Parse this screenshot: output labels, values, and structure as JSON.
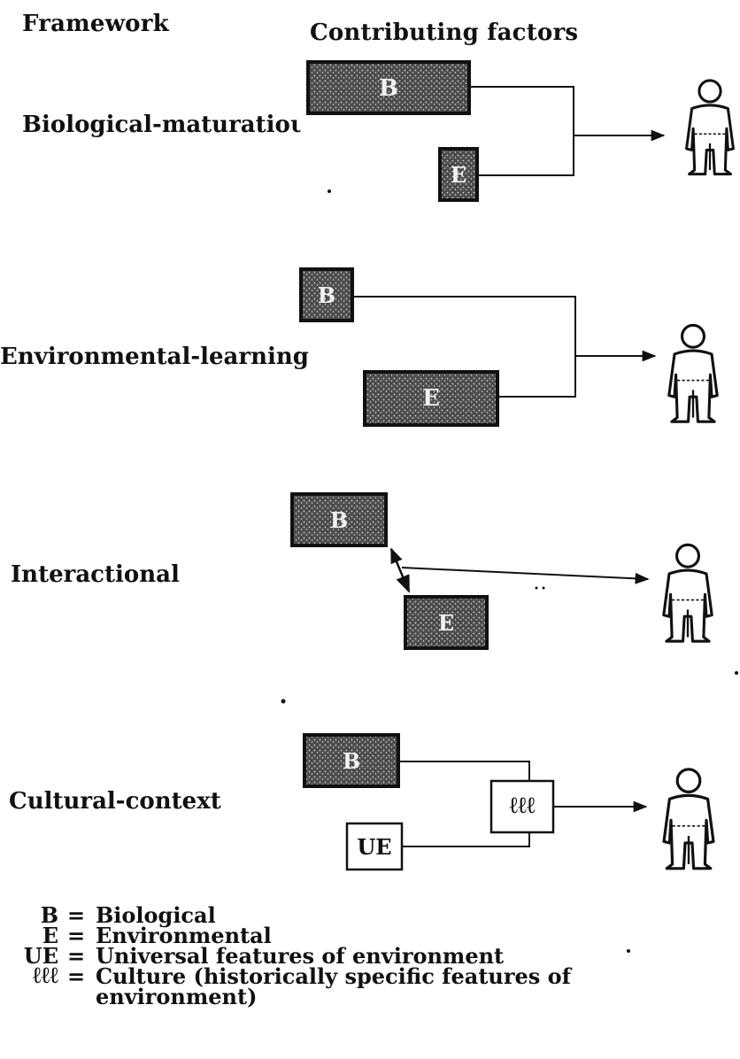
{
  "headers": {
    "framework": "Framework",
    "factors": "Contributing factors"
  },
  "frameworks": [
    {
      "label": "Biological-maturatioι",
      "boxes": {
        "large": "B",
        "small": "E"
      }
    },
    {
      "label": "Environmental-learning",
      "boxes": {
        "small": "B",
        "large": "E"
      }
    },
    {
      "label": "Interactional",
      "boxes": {
        "upper": "B",
        "lower": "E"
      }
    },
    {
      "label": "Cultural-context",
      "boxes": {
        "upper": "B",
        "lower": "UE",
        "culture": "ℓℓℓ"
      }
    }
  ],
  "legend": [
    {
      "symbol": "B",
      "text": "Biological"
    },
    {
      "symbol": "E",
      "text": "Environmental"
    },
    {
      "symbol": "UE",
      "text": "Universal features of environment"
    },
    {
      "symbol": "ℓℓℓ",
      "text": "Culture (historically specific features of"
    }
  ],
  "legend_continuation": "environment)",
  "colors": {
    "ink": "#111111",
    "box_fill": "#5a5a5a"
  }
}
